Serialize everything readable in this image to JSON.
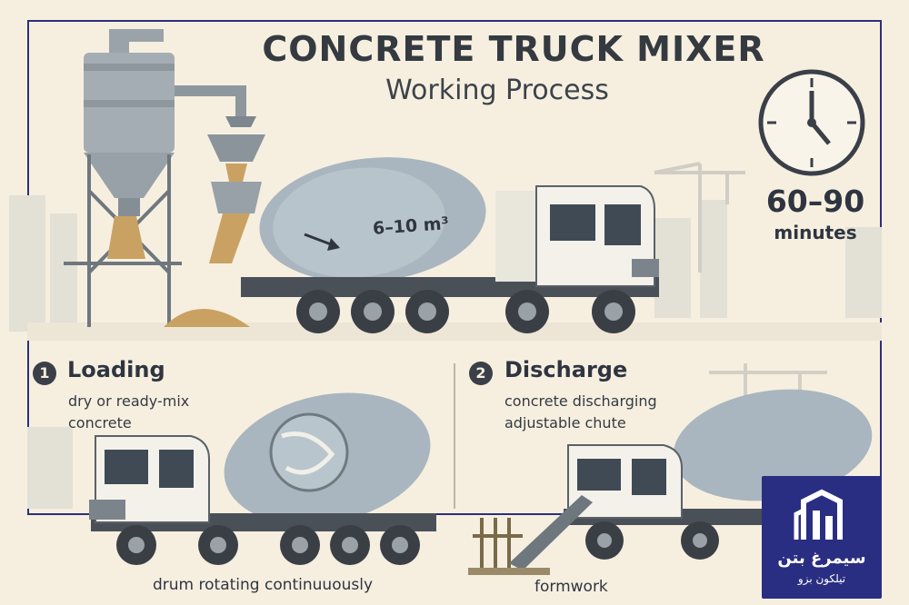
{
  "header": {
    "title": "CONCRETE TRUCK MIXER",
    "subtitle": "Working Process"
  },
  "timer": {
    "value": "60–90",
    "unit": "minutes"
  },
  "drum": {
    "capacity_label": "6–10 m³"
  },
  "steps": [
    {
      "number": "1",
      "title": "Loading",
      "description_lines": [
        "dry or ready-mix",
        "concrete"
      ],
      "caption": "drum rotating continuuously"
    },
    {
      "number": "2",
      "title": "Discharge",
      "description_lines": [
        "concrete discharging",
        "adjustable chute"
      ],
      "caption": "formwork"
    }
  ],
  "logo": {
    "name_fa": "سیمرغ بتن",
    "sub_fa": "تیلکون بزو"
  },
  "colors": {
    "background": "#f6efe0",
    "frame": "#2d2f7a",
    "logo_bg": "#2a2e82",
    "drum": "#a9b6bf",
    "cab": "#f3f1ea",
    "chassis": "#4a5058",
    "sand": "#c9a263"
  }
}
